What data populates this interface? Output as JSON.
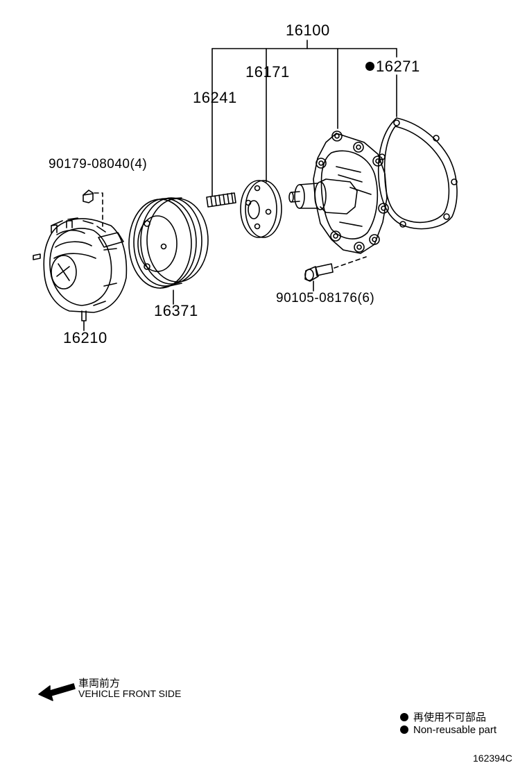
{
  "labels": {
    "assembly": "16100",
    "gasket": "16271",
    "hub": "16171",
    "stud": "16241",
    "nut": "90179-08040(4)",
    "bolt": "90105-08176(6)",
    "pulley": "16371",
    "fan_coupling": "16210"
  },
  "direction": {
    "japanese": "車両前方",
    "english": "VEHICLE FRONT SIDE"
  },
  "legend": {
    "japanese": "再使用不可部品",
    "english": "Non-reusable part"
  },
  "figure_code": "162394C"
}
